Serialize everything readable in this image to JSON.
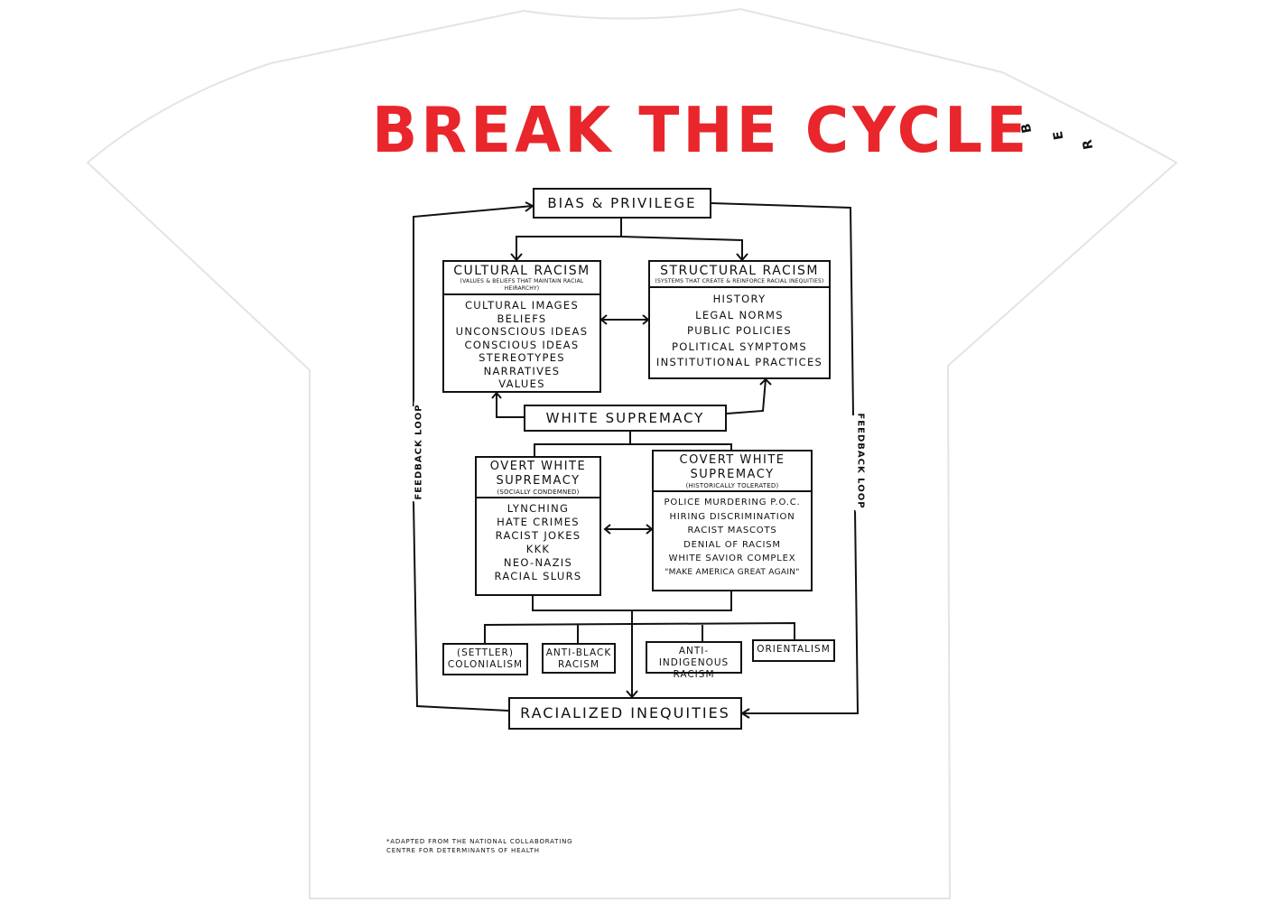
{
  "title": "BREAK THE CYCLE",
  "colors": {
    "title": "#e8262b",
    "ink": "#111111",
    "shirt": "#ffffff"
  },
  "sleeve_logo": [
    "B",
    "E",
    "R"
  ],
  "diagram": {
    "top": "Bias & Privilege",
    "cultural": {
      "title": "Cultural Racism",
      "subtitle": "(values & beliefs that maintain racial heirarchy)",
      "items": [
        "Cultural images",
        "Beliefs",
        "Unconscious ideas",
        "Conscious ideas",
        "Stereotypes",
        "Narratives",
        "Values"
      ]
    },
    "structural": {
      "title": "Structural Racism",
      "subtitle": "(systems that create & reinforce racial inequities)",
      "items": [
        "History",
        "Legal norms",
        "Public policies",
        "Political symptoms",
        "Institutional practices"
      ]
    },
    "middle": "White Supremacy",
    "overt": {
      "title": "Overt White Supremacy",
      "subtitle": "(socially condemned)",
      "items": [
        "Lynching",
        "Hate crimes",
        "Racist jokes",
        "KKK",
        "Neo-Nazis",
        "Racial slurs"
      ]
    },
    "covert": {
      "title": "Covert White Supremacy",
      "subtitle": "(historically tolerated)",
      "items": [
        "Police murdering P.O.C.",
        "Hiring discrimination",
        "Racist mascots",
        "Denial of racism",
        "White savior complex",
        "\"Make America Great Again\""
      ]
    },
    "forms": [
      "(Settler) Colonialism",
      "Anti-Black Racism",
      "Anti-Indigenous Racism",
      "Orientalism"
    ],
    "bottom": "Racialized Inequities",
    "loop_label": "Feedback Loop"
  },
  "footnote": [
    "*Adapted from the National Collaborating",
    "Centre for Determinants of Health"
  ]
}
